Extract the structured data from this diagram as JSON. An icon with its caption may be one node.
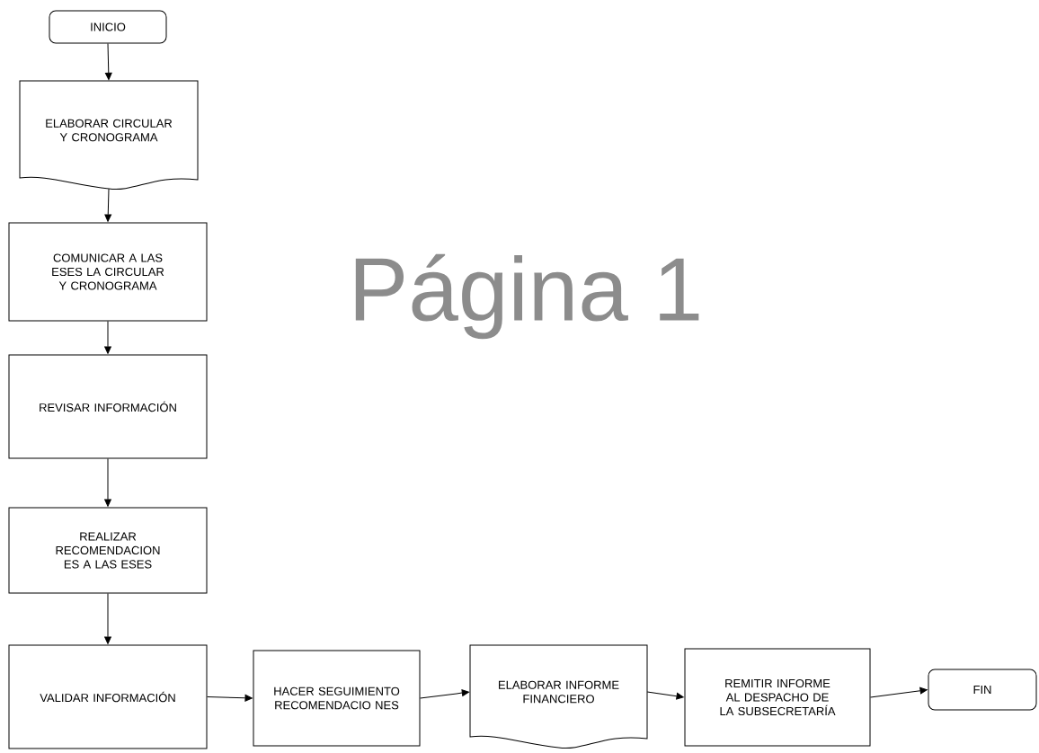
{
  "diagram": {
    "nodes": [
      {
        "text": [
          "INICIO"
        ]
      },
      {
        "text": [
          "ELABORAR CIRCULAR Y CRONOGRAMA"
        ]
      },
      {
        "text": [
          "COMUNICAR A LAS ESES LA CIRCULAR Y CRONOGRAMA"
        ]
      },
      {
        "text": [
          "REVISAR INFORMACIÓN"
        ]
      },
      {
        "text": [
          "REALIZAR RECOMENDACION ES A LAS ESES"
        ]
      },
      {
        "text": [
          "VALIDAR INFORMACIÓN"
        ]
      },
      {
        "text": [
          "HACER SEGUIMIENTO RECOMENDACIO NES"
        ]
      },
      {
        "text": [
          "ELABORAR INFORME FINANCIERO"
        ]
      },
      {
        "text": [
          "REMITIR INFORME AL DESPACHO DE LA SUBSECRETARÍA"
        ]
      },
      {
        "text": [
          "FIN"
        ]
      }
    ],
    "edges": [
      {
        "from": 0,
        "to": 1,
        "arrow": "to"
      },
      {
        "from": 1,
        "to": 2,
        "arrow": "to"
      },
      {
        "from": 2,
        "to": 3,
        "arrow": "to"
      },
      {
        "from": 3,
        "to": 4,
        "arrow": "to"
      },
      {
        "from": 4,
        "to": 5,
        "arrow": "to"
      },
      {
        "from": 5,
        "to": 6,
        "arrow": "to"
      },
      {
        "from": 6,
        "to": 7,
        "arrow": "to"
      },
      {
        "from": 7,
        "to": 8,
        "arrow": "to"
      },
      {
        "from": 8,
        "to": 9,
        "arrow": "to"
      }
    ],
    "labels": [
      "Página 1"
    ]
  }
}
